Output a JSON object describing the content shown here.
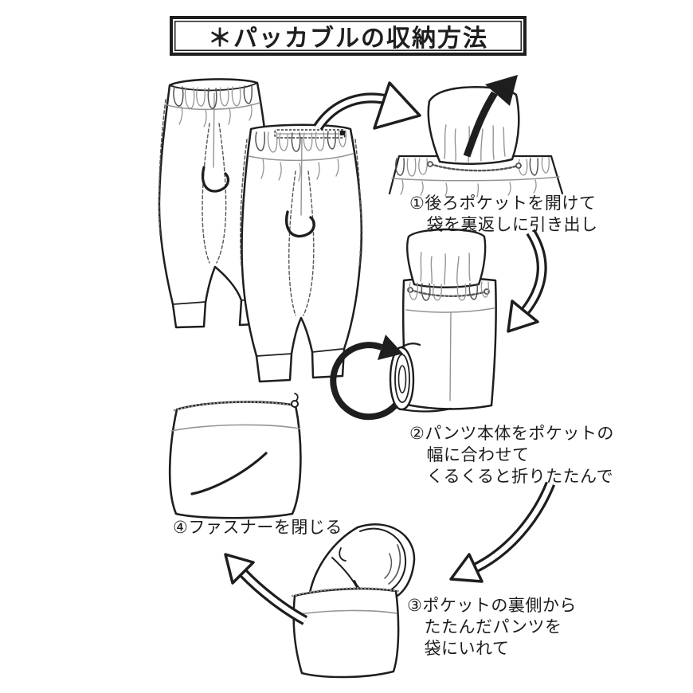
{
  "page": {
    "background_color": "#ffffff",
    "ink_color": "#1e1e1e",
    "detail_gray_color": "#949494",
    "dashed_detail_color": "#555555"
  },
  "title": {
    "text": "＊パッカブルの収納方法"
  },
  "steps": [
    {
      "number": "①",
      "label": "①後ろポケットを開けて\n　袋を裏返しに引き出し"
    },
    {
      "number": "②",
      "label": "②パンツ本体をポケットの\n　幅に合わせて\n　くるくると折りたたんで"
    },
    {
      "number": "③",
      "label": "③ポケットの裏側から\n　たたんだパンツを\n　袋にいれて"
    },
    {
      "number": "④",
      "label": "④ファスナーを閉じる"
    }
  ]
}
